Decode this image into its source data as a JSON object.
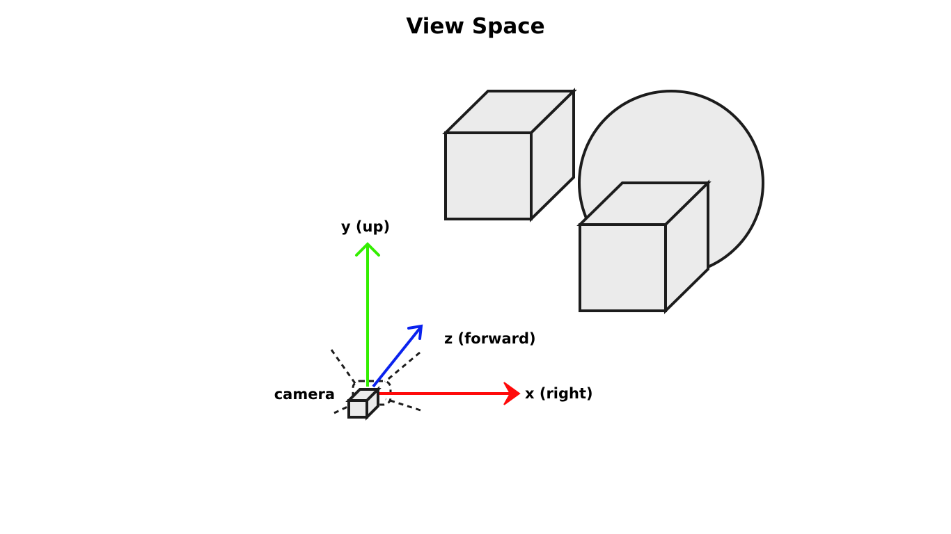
{
  "title": "View Space",
  "labels": {
    "y_axis": "y (up)",
    "z_axis": "z (forward)",
    "x_axis": "x (right)",
    "camera": "camera"
  },
  "colors": {
    "y_axis": "#33ee00",
    "z_axis": "#0a22ee",
    "x_axis": "#ff0a0a",
    "object_fill": "#ebebeb",
    "outline": "#1c1c1c"
  },
  "icons": {
    "camera": "camera-cube-icon"
  }
}
